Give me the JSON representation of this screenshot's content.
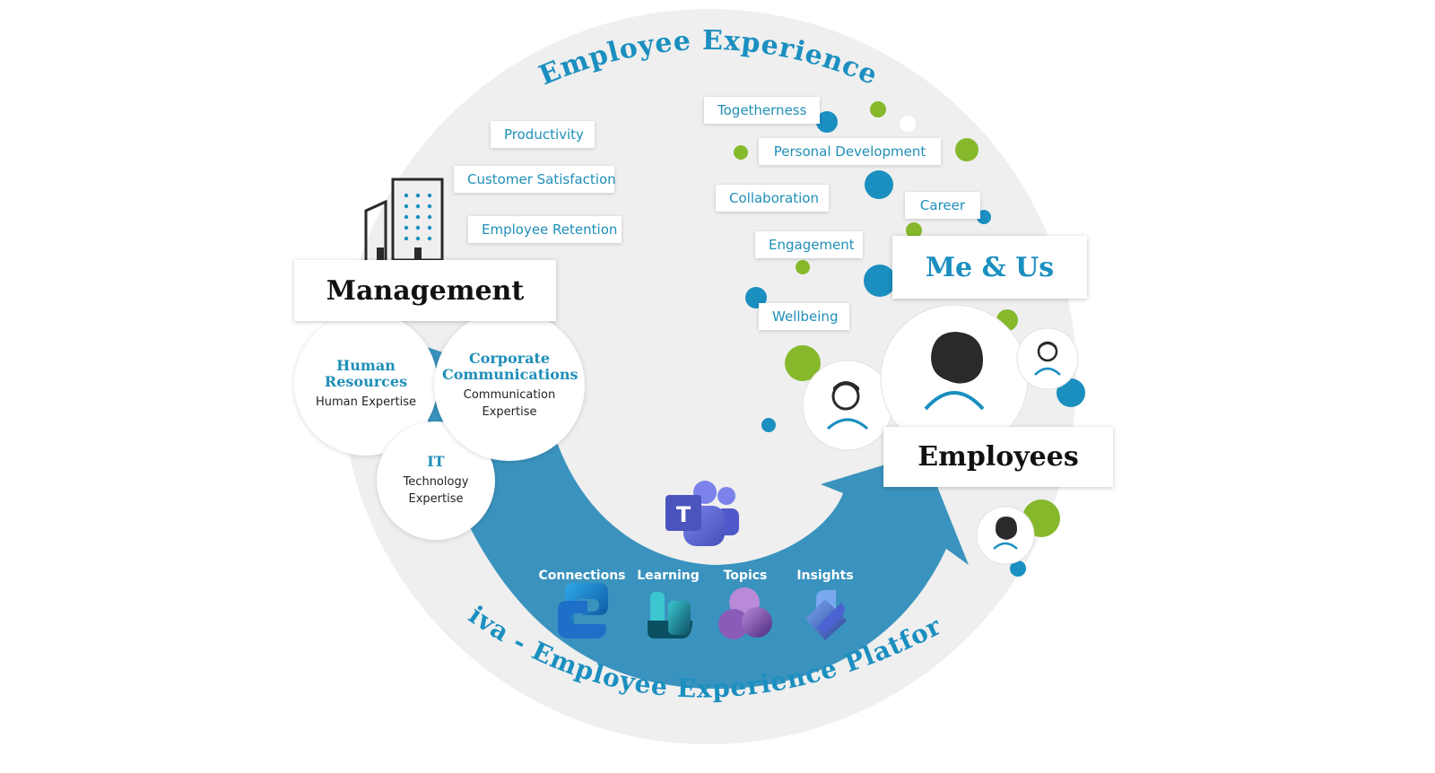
{
  "titles": {
    "top_arc": "Employee Experience",
    "bottom_arc": "Viva - Employee Experience Platform"
  },
  "management": {
    "title": "Management",
    "goals": [
      "Productivity",
      "Customer Satisfaction",
      "Employee Retention"
    ],
    "circles": [
      {
        "title": "Human Resources",
        "subtitle": "Human Expertise"
      },
      {
        "title": "Corporate Communications",
        "subtitle": "Communication Expertise"
      },
      {
        "title": "IT",
        "subtitle": "Technology Expertise"
      }
    ]
  },
  "employee_needs": [
    "Togetherness",
    "Personal Development",
    "Collaboration",
    "Career",
    "Engagement",
    "Wellbeing"
  ],
  "me_us": "Me & Us",
  "employees": "Employees",
  "viva_apps": [
    {
      "label": "Connections",
      "icon": "viva-connections-icon"
    },
    {
      "label": "Learning",
      "icon": "viva-learning-icon"
    },
    {
      "label": "Topics",
      "icon": "viva-topics-icon"
    },
    {
      "label": "Insights",
      "icon": "viva-insights-icon"
    }
  ],
  "teams_icon": "microsoft-teams-icon",
  "colors": {
    "blue": "#1a8fc0",
    "arrow": "#3a93be",
    "green": "#86b82c",
    "gray_bg": "#efefef",
    "text_dark": "#111111"
  }
}
